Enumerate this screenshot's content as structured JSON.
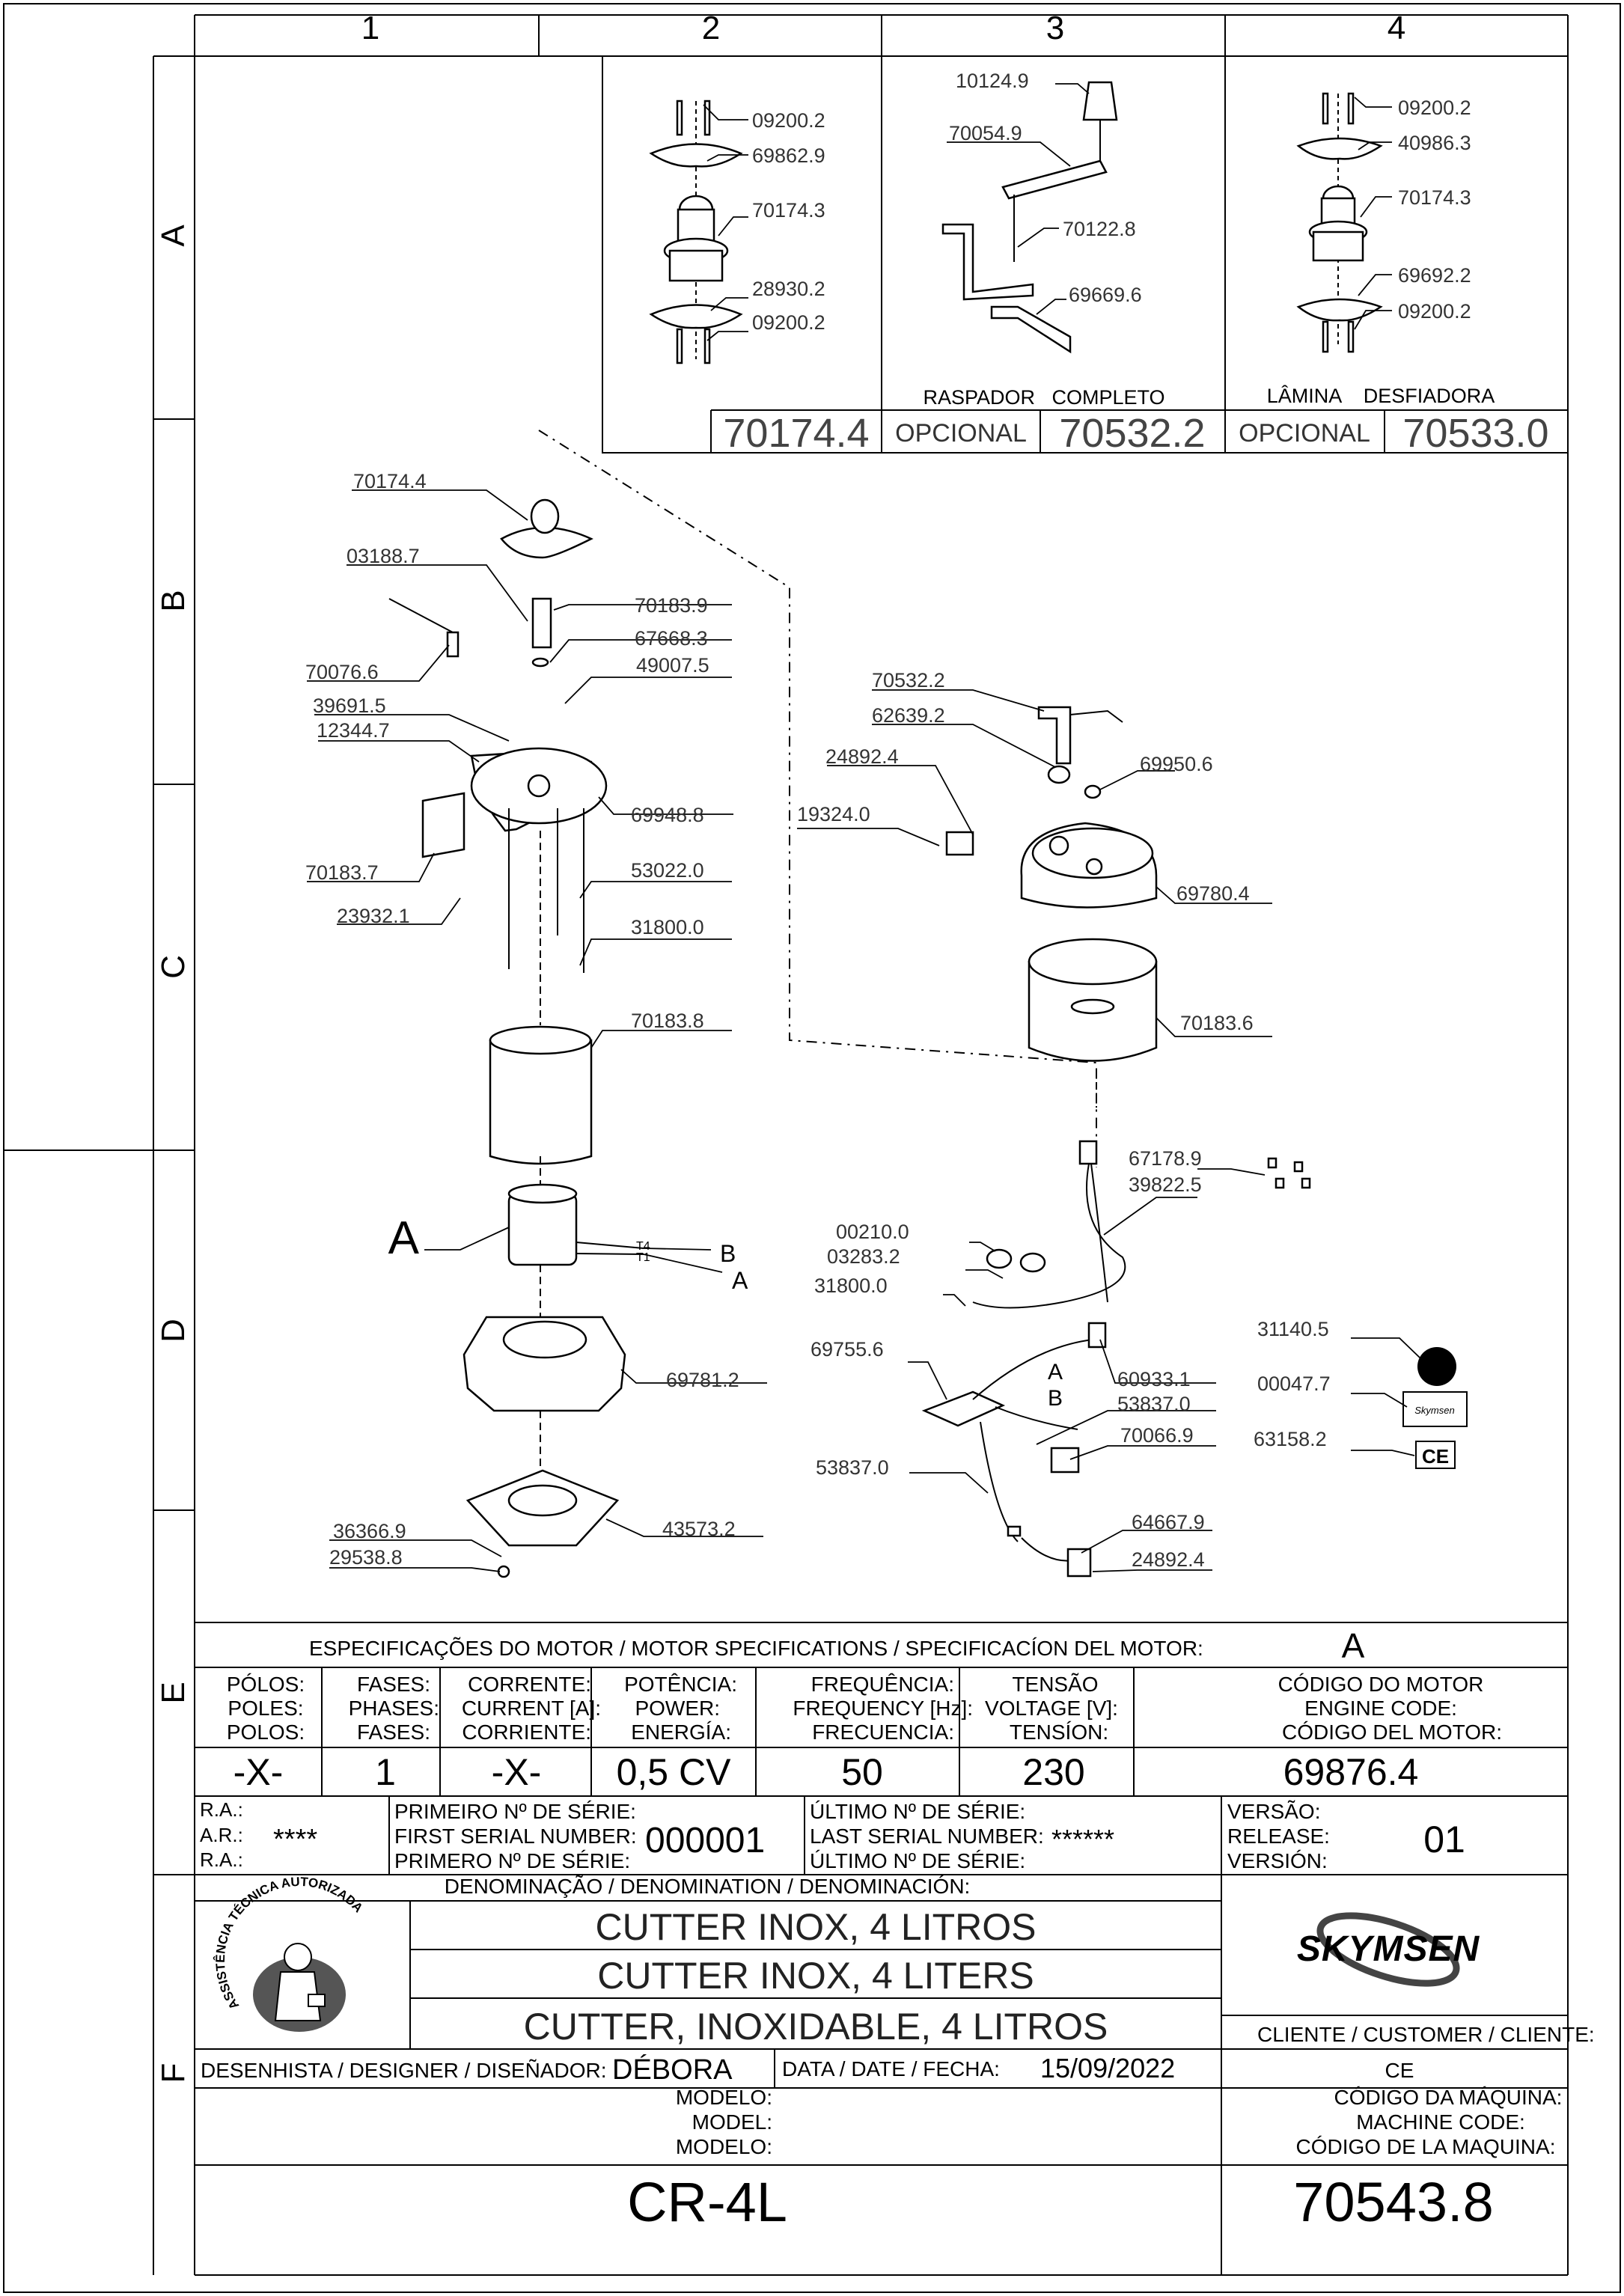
{
  "grid": {
    "columns": [
      "1",
      "2",
      "3",
      "4"
    ],
    "rows": [
      "A",
      "B",
      "C",
      "D",
      "E",
      "F"
    ]
  },
  "optional_sets": {
    "set_blade": {
      "code": "70174.4"
    },
    "set_scraper": {
      "status": "OPCIONAL",
      "code": "70532.2",
      "title": "RASPADOR   COMPLETO"
    },
    "set_shredder": {
      "status": "OPCIONAL",
      "code": "70533.0",
      "title": "LÂMINA    DESFIADORA"
    }
  },
  "part_numbers": {
    "a2_1": "09200.2",
    "a2_2": "69862.9",
    "a2_3": "70174.3",
    "a2_4": "28930.2",
    "a2_5": "09200.2",
    "a3_1": "10124.9",
    "a3_2": "70054.9",
    "a3_3": "70122.8",
    "a3_4": "69669.6",
    "a4_1": "09200.2",
    "a4_2": "40986.3",
    "a4_3": "70174.3",
    "a4_4": "69692.2",
    "a4_5": "09200.2",
    "b_1": "70174.4",
    "b_2": "03188.7",
    "b_3": "70183.9",
    "b_4": "67668.3",
    "b_5": "70076.6",
    "b_6": "49007.5",
    "b_7": "39691.5",
    "b_8": "12344.7",
    "b_9": "69948.8",
    "b_10": "70183.7",
    "b_11": "53022.0",
    "b_12": "23932.1",
    "b_13": "31800.0",
    "b_14": "70183.8",
    "c_1": "70532.2",
    "c_2": "62639.2",
    "c_3": "24892.4",
    "c_4": "69950.6",
    "c_5": "19324.0",
    "c_6": "69780.4",
    "c_7": "70183.6",
    "d_1": "67178.9",
    "d_2": "39822.5",
    "d_3": "00210.0",
    "d_4": "03283.2",
    "d_5": "31800.0",
    "d_6": "69755.6",
    "d_7": "60933.1",
    "d_8": "53837.0",
    "d_9": "70066.9",
    "d_10": "53837.0",
    "d_11": "64667.9",
    "d_12": "24892.4",
    "d_13": "31140.5",
    "d_14": "00047.7",
    "d_15": "63158.2",
    "m_1": "69781.2",
    "m_2": "43573.2",
    "m_3": "36366.9",
    "m_4": "29538.8"
  },
  "callouts": {
    "motor_letter": "A",
    "t4": "T4",
    "t1": "T1",
    "wire_b": "B",
    "wire_a": "A",
    "board_a": "A",
    "board_b": "B",
    "ce": "CE",
    "brand_small": "Skymsen"
  },
  "motor_spec": {
    "title": "ESPECIFICAÇÕES DO MOTOR / MOTOR SPECIFICATIONS / SPECIFICACÍON DEL MOTOR:",
    "letter": "A",
    "poles": {
      "l1": "PÓLOS:",
      "l2": "POLES:",
      "l3": "POLOS:",
      "value": "-X-"
    },
    "phases": {
      "l1": "FASES:",
      "l2": "PHASES:",
      "l3": "FASES:",
      "value": "1"
    },
    "current": {
      "l1": "CORRENTE:",
      "l2": "CURRENT [A]:",
      "l3": "CORRIENTE:",
      "value": "-X-"
    },
    "power": {
      "l1": "POTÊNCIA:",
      "l2": "POWER:",
      "l3": "ENERGÍA:",
      "value": "0,5 CV"
    },
    "frequency": {
      "l1": "FREQUÊNCIA:",
      "l2": "FREQUENCY [Hz]:",
      "l3": "FRECUENCIA:",
      "value": "50"
    },
    "voltage": {
      "l1": "TENSÃO",
      "l2": "VOLTAGE [V]:",
      "l3": "TENSÍON:",
      "value": "230"
    },
    "engine_code": {
      "l1": "CÓDIGO DO MOTOR",
      "l2": "ENGINE CODE:",
      "l3": "CÓDIGO DEL MOTOR:",
      "value": "69876.4"
    }
  },
  "serials": {
    "ra1": "R.A.:",
    "ar": "A.R.:",
    "ra2": "R.A.:",
    "ra_value": "****",
    "first_l1": "PRIMEIRO Nº DE SÉRIE:",
    "first_l2": "FIRST SERIAL NUMBER:",
    "first_l3": "PRIMERO Nº DE SÉRIE:",
    "first_value": "000001",
    "last_l1": "ÚLTIMO Nº DE SÉRIE:",
    "last_l2": "LAST SERIAL NUMBER:",
    "last_l3": "ÚLTIMO Nº DE SÉRIE:",
    "last_value": "******",
    "ver_l1": "VERSÃO:",
    "ver_l2": "RELEASE:",
    "ver_l3": "VERSIÓN:",
    "ver_value": "01"
  },
  "title_block": {
    "denomination_label": "DENOMINAÇÃO / DENOMINATION / DENOMINACIÓN:",
    "name_pt": "CUTTER INOX, 4 LITROS",
    "name_en": "CUTTER INOX, 4 LITERS",
    "name_es": "CUTTER, INOXIDABLE, 4 LITROS",
    "stamp_text": "ASSISTÊNCIA TÉCNICA AUTORIZADA",
    "brand": "SKYMSEN",
    "client_label": "CLIENTE / CUSTOMER / CLIENTE:",
    "client_value": "CE",
    "designer_label": "DESENHISTA / DESIGNER / DISEÑADOR:",
    "designer_value": "DÉBORA",
    "date_label": "DATA / DATE / FECHA:",
    "date_value": "15/09/2022",
    "model_l1": "MODELO:",
    "model_l2": "MODEL:",
    "model_l3": "MODELO:",
    "model_value": "CR-4L",
    "machine_l1": "CÓDIGO DA MÁQUINA:",
    "machine_l2": "MACHINE CODE:",
    "machine_l3": "CÓDIGO DE LA MAQUINA:",
    "machine_value": "70543.8"
  }
}
